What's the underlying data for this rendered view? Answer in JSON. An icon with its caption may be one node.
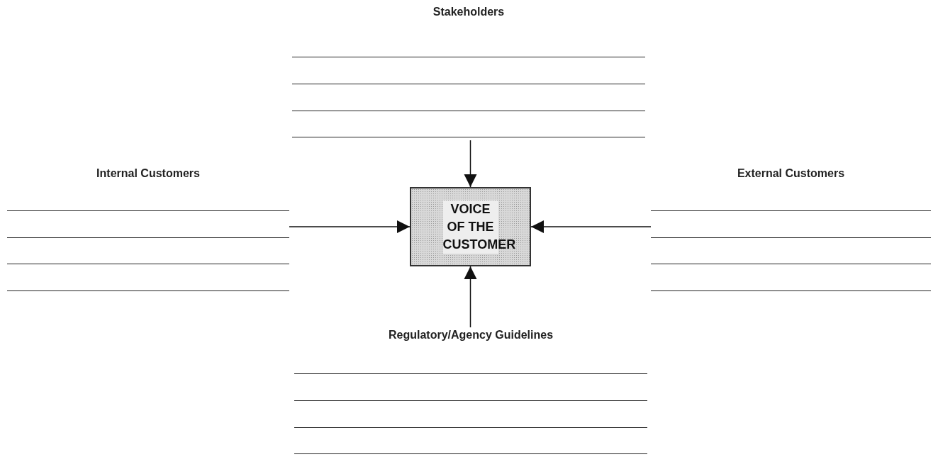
{
  "diagram": {
    "nodes": [
      {
        "text": [
          "Stakeholders"
        ]
      },
      {
        "text": [
          "Internal Customers"
        ]
      },
      {
        "text": [
          "VOICE OF THE CUSTOMER"
        ]
      },
      {
        "text": [
          "External Customers"
        ]
      },
      {
        "text": [
          "Regulatory/Agency Guidelines"
        ]
      }
    ],
    "edges": [
      {
        "from": 0,
        "to": 2,
        "arrow": "to"
      },
      {
        "from": 1,
        "to": 2,
        "arrow": "to"
      },
      {
        "from": 3,
        "to": 2,
        "arrow": "to"
      },
      {
        "from": 4,
        "to": 2,
        "arrow": "to"
      }
    ]
  }
}
